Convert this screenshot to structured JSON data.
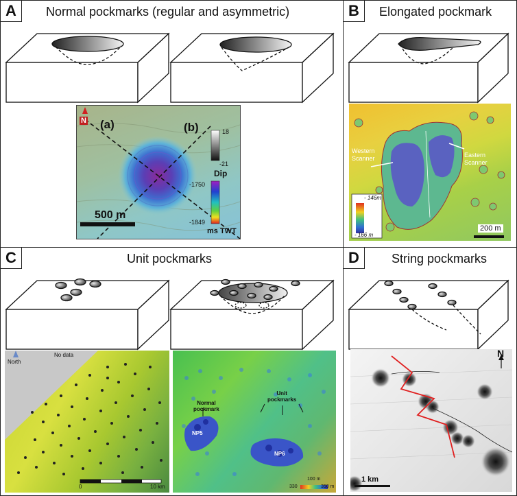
{
  "panels": {
    "a": {
      "letter": "A",
      "title": "Normal pockmarks (regular and asymmetric)",
      "map": {
        "north": "N",
        "profile_a": "(a)",
        "profile_b": "(b)",
        "dip_max": "18",
        "dip_min": "-21",
        "dip_label": "Dip",
        "twt_top": "-1750",
        "twt_bottom": "-1849",
        "twt_label": "ms TWT",
        "scale": "500 m"
      }
    },
    "b": {
      "letter": "B",
      "title": "Elongated pockmark",
      "map": {
        "western": [
          "Western",
          "Scanner"
        ],
        "eastern": [
          "Eastern",
          "Scanner"
        ],
        "legend_top": "- 146m",
        "legend_bottom": "- 166 m",
        "scale": "200 m"
      }
    },
    "c": {
      "letter": "C",
      "title": "Unit pockmarks",
      "map1": {
        "north": "North",
        "nodata": "No data",
        "scale_start": "0",
        "scale_end": "10 km"
      },
      "map2": {
        "normal": [
          "Normal",
          "pockmark"
        ],
        "unit": [
          "Unit",
          "pockmarks"
        ],
        "np5": "NP5",
        "np6": "NP6",
        "legend_top": "100 m",
        "legend_min": "330",
        "legend_max": "350 m"
      }
    },
    "d": {
      "letter": "D",
      "title": "String pockmarks",
      "map": {
        "north": "N",
        "scale": "1 km"
      }
    }
  },
  "colors": {
    "border": "#222222",
    "fault_red": "#e02020",
    "block_stroke": "#111111"
  }
}
